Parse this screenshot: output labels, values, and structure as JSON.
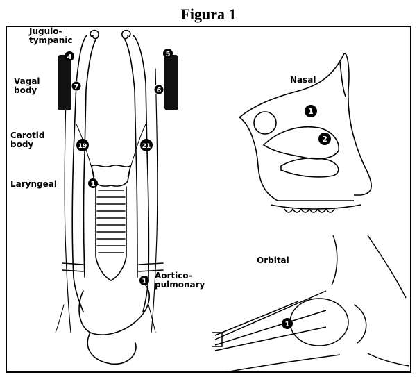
{
  "figure": {
    "title": "Figura 1",
    "labels": {
      "jugulotympanic": "Jugulo-\ntympanic",
      "vagal_body": "Vagal\nbody",
      "carotid_body": "Carotid\nbody",
      "laryngeal": "Laryngeal",
      "aorticopulmonary": "Aortico-\npulmonary",
      "nasal": "Nasal",
      "orbital": "Orbital"
    },
    "markers": {
      "jug_left": "4",
      "jug_right": "5",
      "vagal_left": "7",
      "vagal_right": "6",
      "carotid_left": "19",
      "carotid_right": "21",
      "laryngeal": "1",
      "aortic": "1",
      "nasal_1": "1",
      "nasal_2": "2",
      "orbital": "1"
    }
  }
}
